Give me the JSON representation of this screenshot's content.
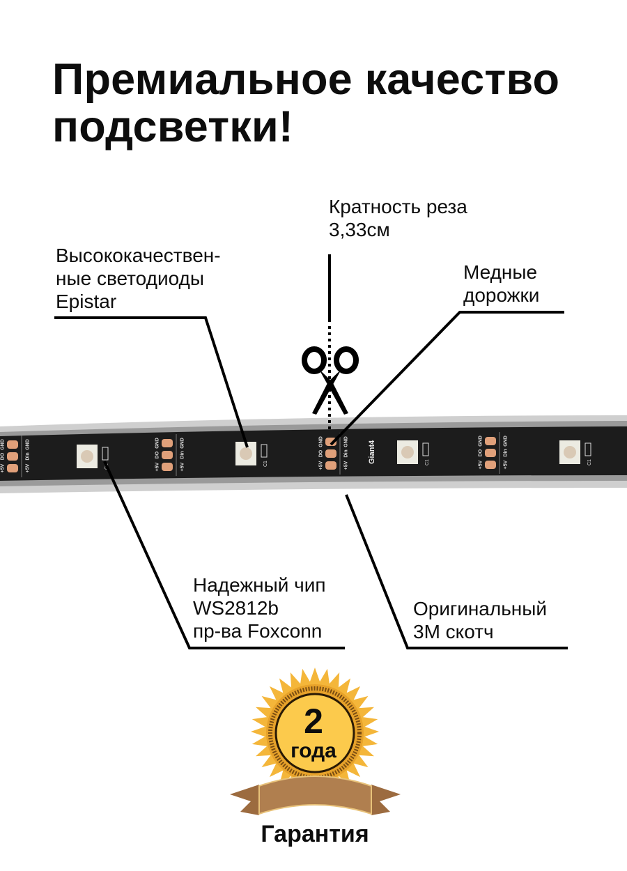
{
  "title": {
    "line1": "Премиальное качество",
    "line2": "подсветки!"
  },
  "callouts": {
    "cut": {
      "lines": [
        "Кратность реза",
        "3,33см"
      ]
    },
    "leds": {
      "lines": [
        "Высококачествен-",
        "ные светодиоды",
        "Epistar"
      ]
    },
    "copper": {
      "lines": [
        "Медные",
        "дорожки"
      ]
    },
    "chip": {
      "lines": [
        "Надежный чип",
        "WS2812b",
        "пр-ва Foxconn"
      ]
    },
    "tape": {
      "lines": [
        "Оригинальный",
        "3М скотч"
      ]
    }
  },
  "strip": {
    "pad_labels": [
      "+5V",
      "DO",
      "GND",
      "Din",
      "GND",
      "+5V"
    ],
    "cap_label": "C1",
    "brand": "Giant4"
  },
  "badge": {
    "number": "2",
    "unit": "года",
    "caption": "Гарантия"
  },
  "icons": {
    "cut": "scissors-icon"
  },
  "colors": {
    "text": "#0d0d0d",
    "strip": "#1c1c1c",
    "copper": "#e0a07a",
    "gold": "#f2b331",
    "ribbon": "#a8774a"
  }
}
